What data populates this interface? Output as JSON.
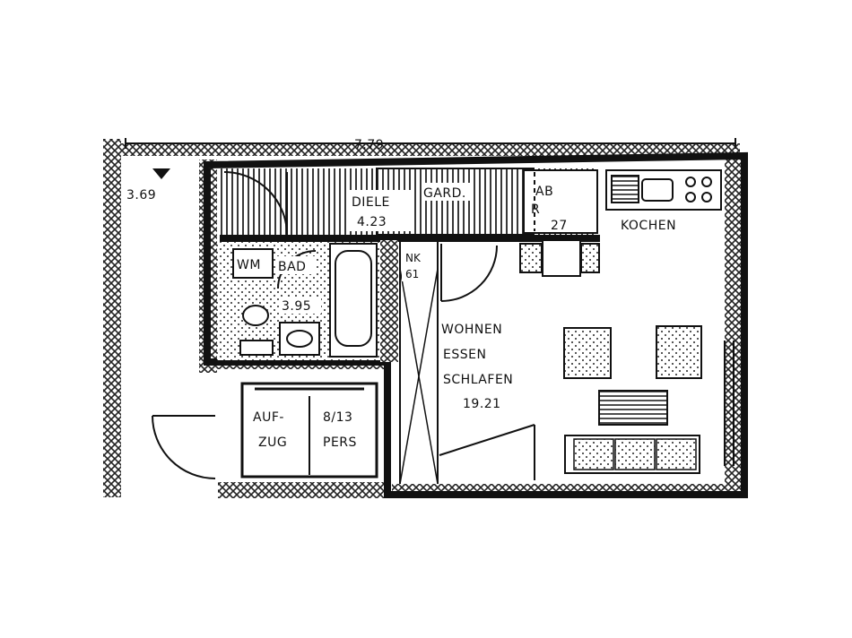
{
  "plan": {
    "dimension_top": "7.79",
    "level_mark": "3.69",
    "rooms": {
      "diele": {
        "name": "DIELE",
        "area": "4.23"
      },
      "gard": {
        "name": "GARD."
      },
      "ab": {
        "name_line1": "AB",
        "name_line2": "R",
        "area": "27"
      },
      "kochen": {
        "name": "KOCHEN"
      },
      "wm": {
        "name": "WM"
      },
      "bad": {
        "name": "BAD",
        "area": "3.95"
      },
      "nk": {
        "name": "NK",
        "area": "61"
      },
      "wohnen": {
        "line1": "WOHNEN",
        "line2": "ESSEN",
        "line3": "SCHLAFEN",
        "area": "19.21"
      },
      "aufzug": {
        "line1": "AUF-",
        "line2": "ZUG"
      },
      "capacity": {
        "line1": "8/13",
        "line2": "PERS"
      }
    },
    "colors": {
      "wall": "#111111",
      "paper": "#ffffff",
      "hatch": "#333333"
    }
  }
}
